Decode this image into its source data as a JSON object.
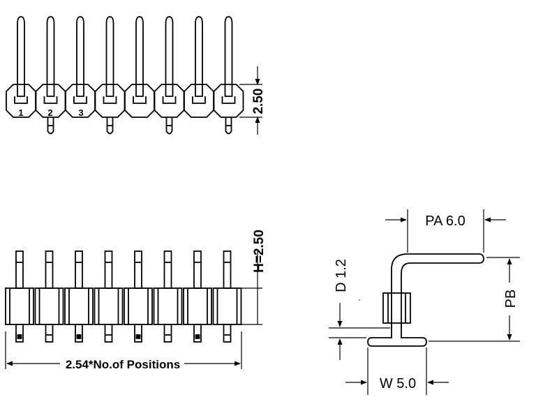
{
  "top_view": {
    "pin_count": 8,
    "pin_numbers": [
      "1",
      "2",
      "3"
    ],
    "height_dim": "2.50"
  },
  "front_view": {
    "pin_count": 8,
    "height_dim": "H=2.50",
    "width_dim": "2.54*No.of Positions"
  },
  "side_view": {
    "pa_label": "PA 6.0",
    "pb_label": "PB",
    "d_label": "D 1.2",
    "w_label": "W 5.0"
  }
}
